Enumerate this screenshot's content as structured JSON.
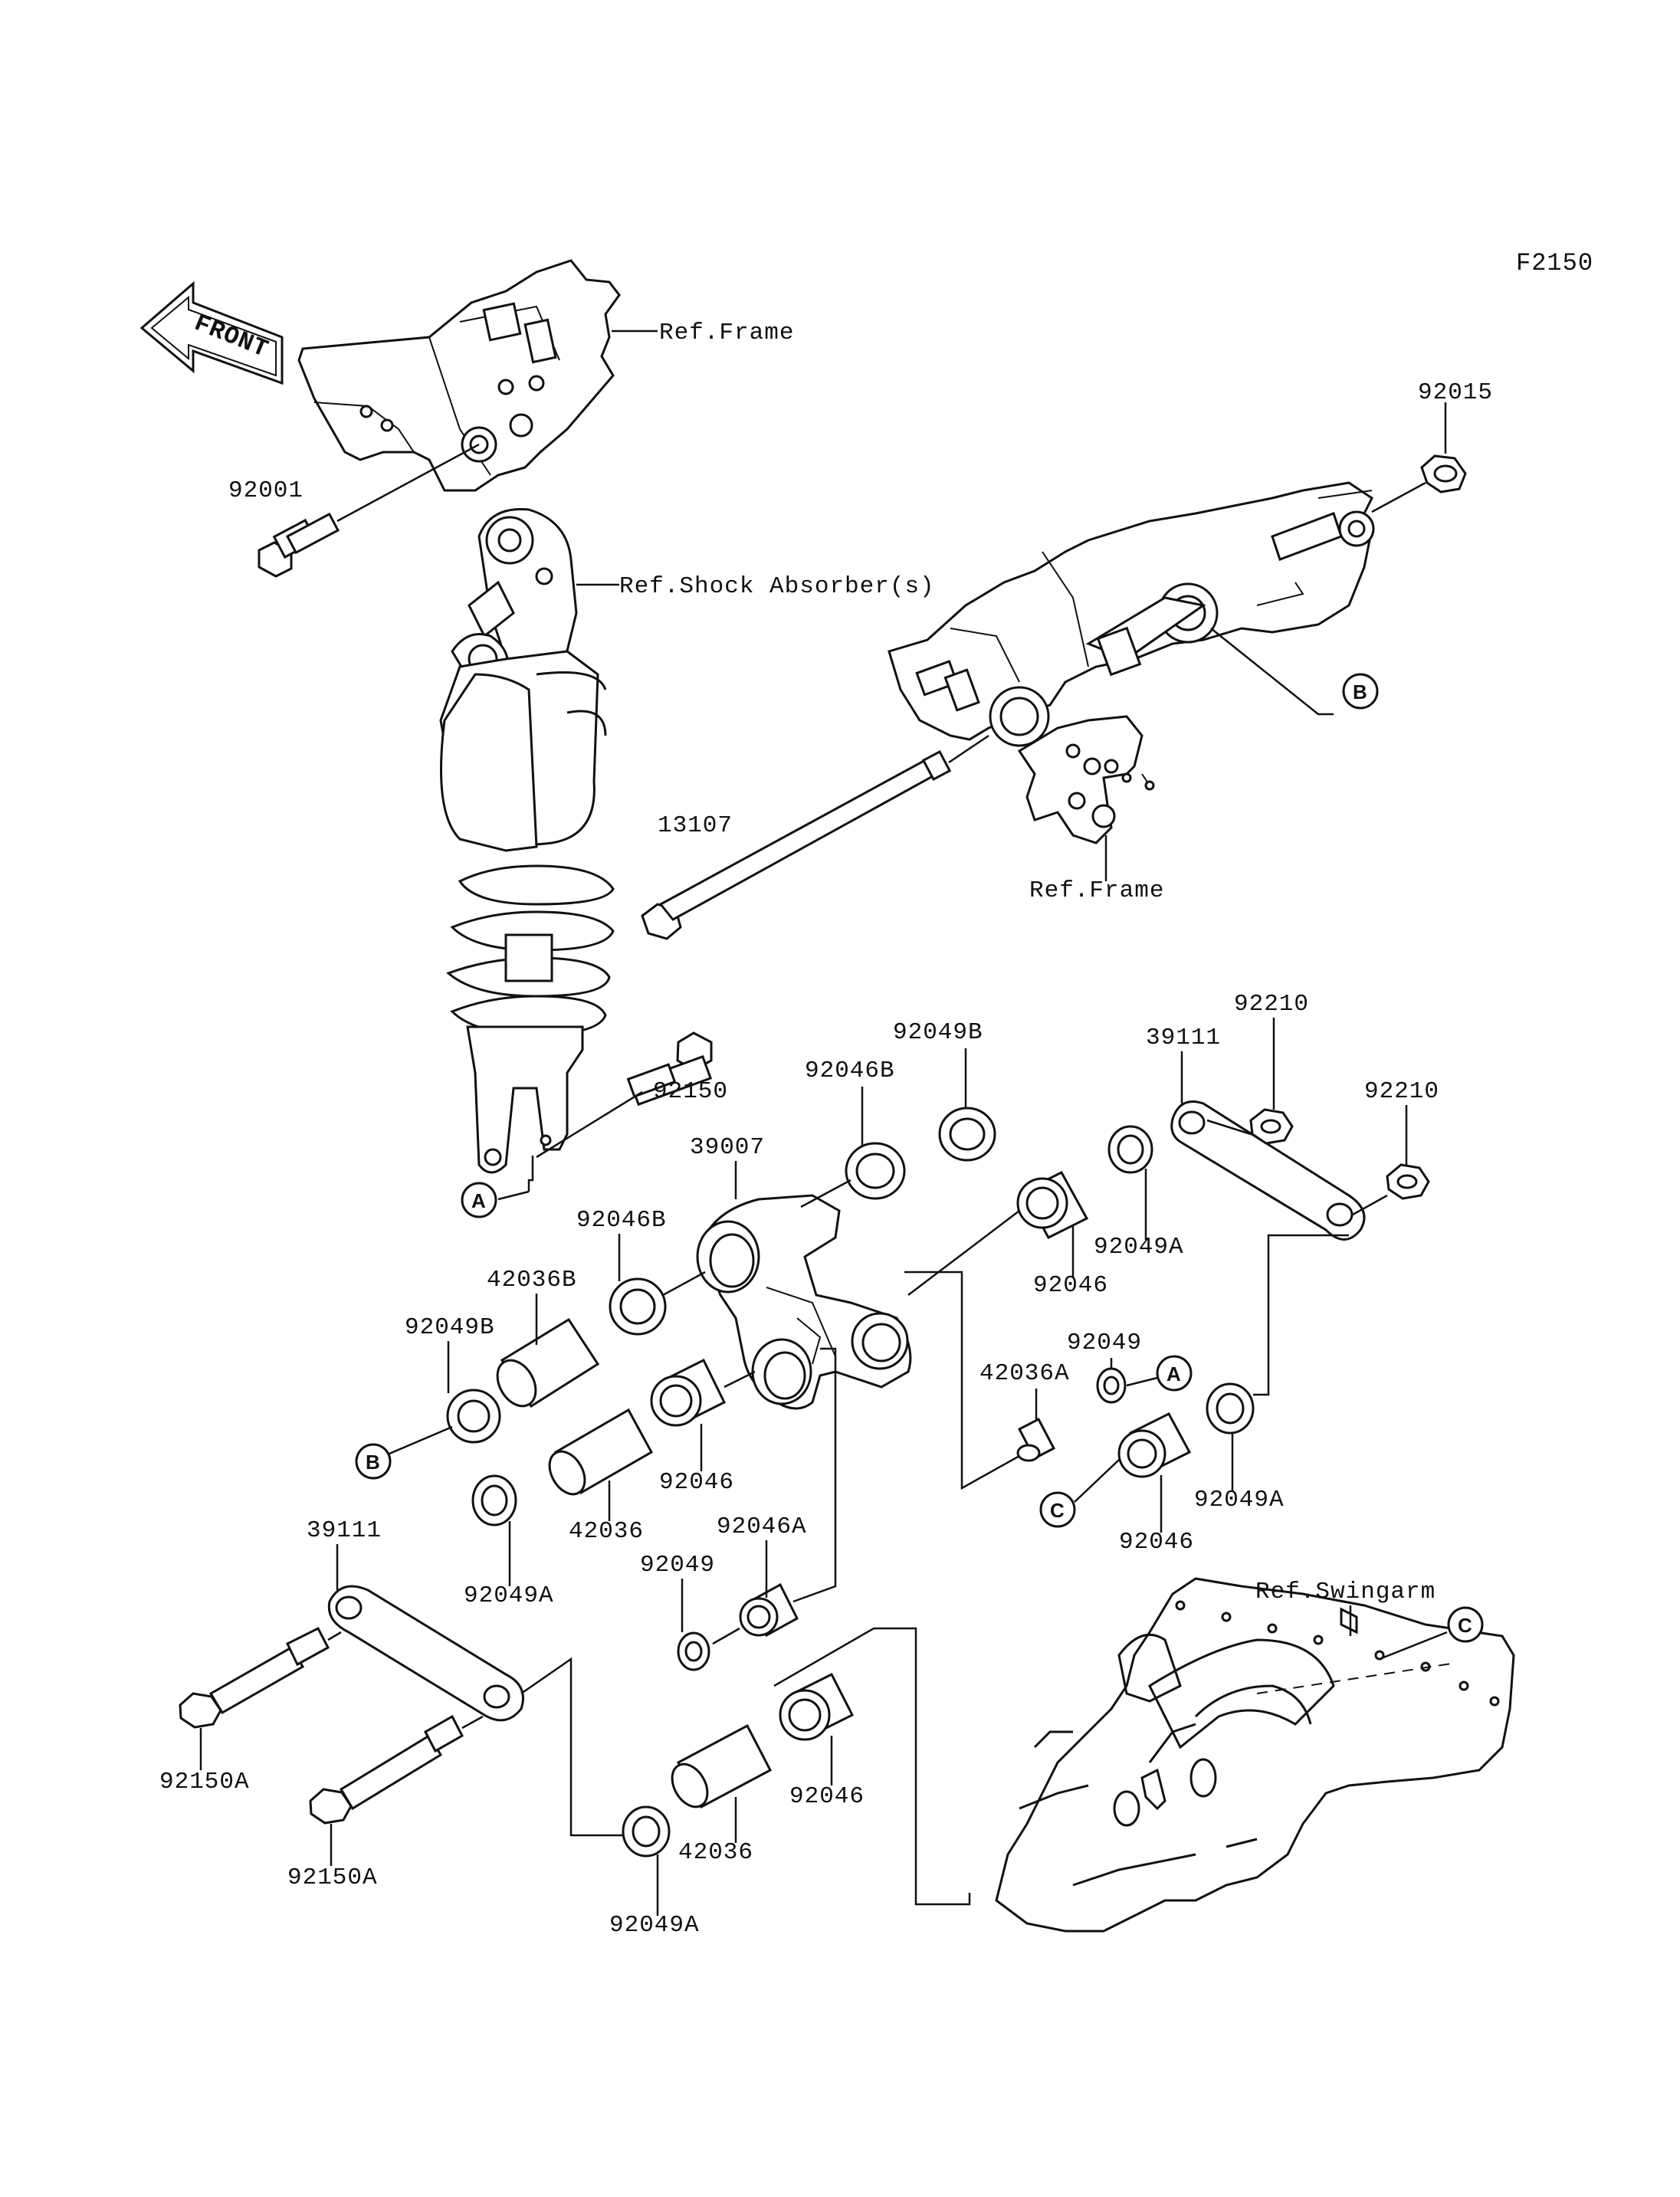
{
  "figure_code": "F2150",
  "front_label": "FRONT",
  "ref_labels": {
    "frame_top": "Ref.Frame",
    "shock": "Ref.Shock Absorber(s)",
    "frame_right": "Ref.Frame",
    "swingarm": "Ref.Swingarm"
  },
  "parts": {
    "p92001": "92001",
    "p92015": "92015",
    "p13107": "13107",
    "p92150": "92150",
    "p92049B_top": "92049B",
    "p92046B_top": "92046B",
    "p39007": "39007",
    "p39111_right": "39111",
    "p92210_a": "92210",
    "p92210_b": "92210",
    "p92046B_left": "92046B",
    "p42036B": "42036B",
    "p92049B_left": "92049B",
    "p92046_right": "92046",
    "p92049A_right_top": "92049A",
    "p92049_right": "92049",
    "p42036A": "42036A",
    "p92046_mid": "92046",
    "p42036_mid": "42036",
    "p92049A_mid": "92049A",
    "p92049A_right_bot": "92049A",
    "p92046_right_bot": "92046",
    "p92046A": "92046A",
    "p92049_mid": "92049",
    "p39111_left": "39111",
    "p92150A_a": "92150A",
    "p92150A_b": "92150A",
    "p92046_bot": "92046",
    "p42036_bot": "42036",
    "p92049A_bot": "92049A"
  },
  "callouts": {
    "a1": "A",
    "a2": "A",
    "b1": "B",
    "b2": "B",
    "c1": "C",
    "c2": "C"
  }
}
